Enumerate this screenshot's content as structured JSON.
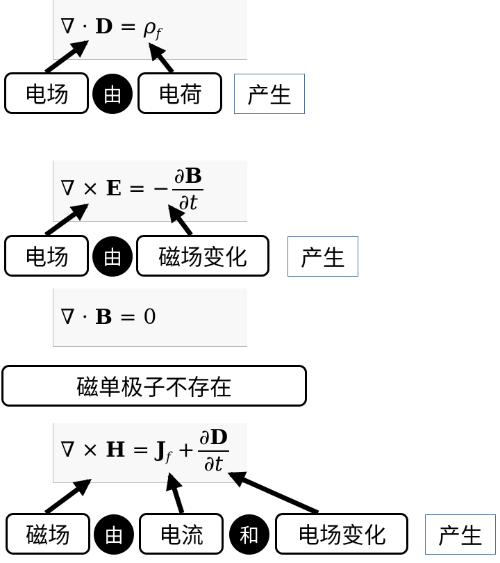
{
  "sym": {
    "nabla": "∇",
    "dot": "·",
    "times": "×",
    "equals": "=",
    "minus": "−",
    "plus": "+",
    "partial": "∂",
    "zero": "0"
  },
  "eq1": {
    "D": "D",
    "rho": "ρ",
    "f": "f"
  },
  "eq2": {
    "E": "E",
    "B": "B",
    "t": "t"
  },
  "eq3": {
    "B": "B"
  },
  "eq4": {
    "H": "H",
    "J": "J",
    "f": "f",
    "D": "D",
    "t": "t"
  },
  "row1": {
    "left": "电场",
    "connector": "由",
    "right": "电荷",
    "result": "产生"
  },
  "row2": {
    "left": "电场",
    "connector": "由",
    "right": "磁场变化",
    "result": "产生"
  },
  "row3": {
    "statement": "磁单极子不存在"
  },
  "row4": {
    "left": "磁场",
    "connector1": "由",
    "middle": "电流",
    "connector2": "和",
    "right": "电场变化",
    "result": "产生"
  }
}
